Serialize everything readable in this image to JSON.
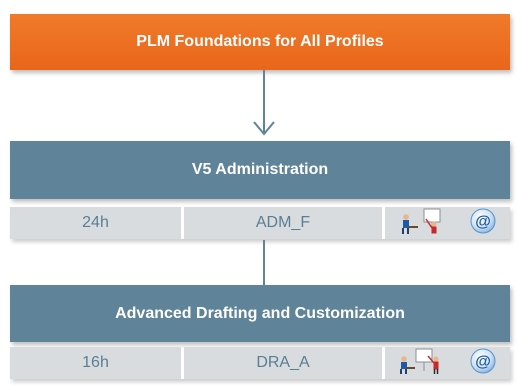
{
  "top_box": {
    "title": "PLM Foundations for All Profiles"
  },
  "courses": [
    {
      "title": "V5 Administration",
      "hours": "24h",
      "code": "ADM_F"
    },
    {
      "title": "Advanced Drafting and Customization",
      "hours": "16h",
      "code": "DRA_A"
    }
  ],
  "icons": [
    "instructor-led-training-icon",
    "e-learning-at-icon"
  ],
  "colors": {
    "orange": "#ef7426",
    "header": "#5f8399",
    "cell_bg": "#d9dcde",
    "cell_text": "#5a7e93"
  }
}
